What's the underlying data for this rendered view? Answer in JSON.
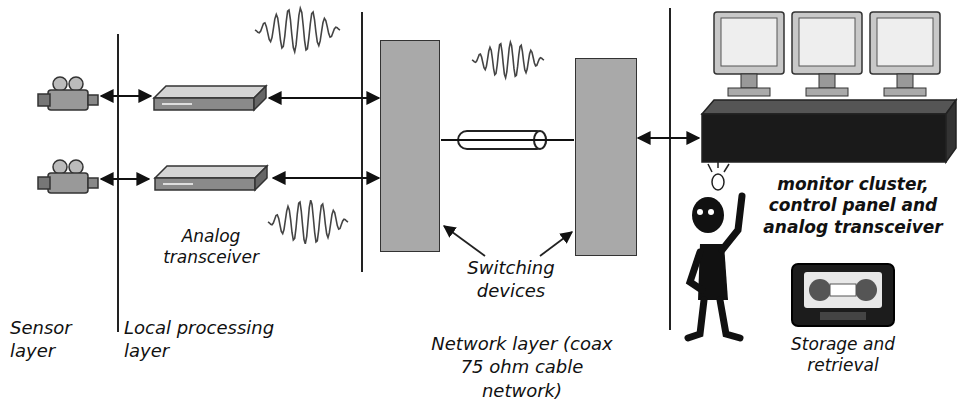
{
  "diagram": {
    "nodes": [
      {
        "text": []
      },
      {
        "text": []
      },
      {
        "text": []
      },
      {
        "text": [
          "Analog transceiver"
        ]
      },
      {
        "text": []
      },
      {
        "text": []
      },
      {
        "text": [
          "monitor cluster, control panel and analog transceiver"
        ]
      },
      {
        "text": [
          "Storage and retrieval"
        ]
      }
    ],
    "edges": [
      {
        "from": 0,
        "to": 2,
        "arrow": "both"
      },
      {
        "from": 1,
        "to": 3,
        "arrow": "both"
      },
      {
        "from": 2,
        "to": 4,
        "arrow": "both"
      },
      {
        "from": 3,
        "to": 4,
        "arrow": "both"
      },
      {
        "from": 4,
        "to": 5,
        "arrow": "none"
      },
      {
        "from": 5,
        "to": 6,
        "arrow": "both"
      }
    ],
    "labels": [
      "Sensor layer",
      "Local processing layer",
      "Switching devices",
      "Network layer (coax 75 ohm cable network)"
    ]
  }
}
